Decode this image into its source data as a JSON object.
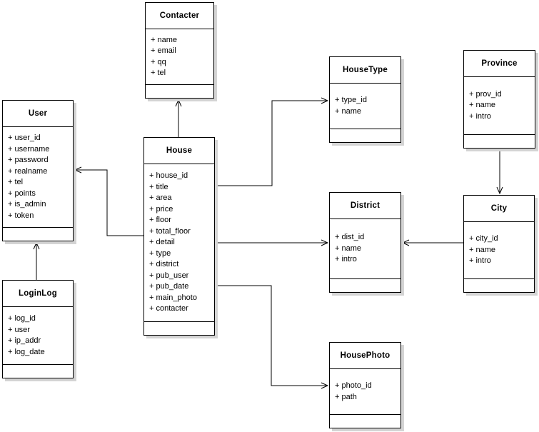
{
  "diagram": {
    "kind": "uml-class-diagram",
    "classes": {
      "contacter": {
        "title": "Contacter",
        "attributes": [
          "+ name",
          "+ email",
          "+ qq",
          "+ tel"
        ]
      },
      "user": {
        "title": "User",
        "attributes": [
          "+ user_id",
          "+ username",
          "+ password",
          "+ realname",
          "+ tel",
          "+ points",
          "+ is_admin",
          "+ token"
        ]
      },
      "house": {
        "title": "House",
        "attributes": [
          "+ house_id",
          "+ title",
          "+ area",
          "+ price",
          "+ floor",
          "+ total_floor",
          "+ detail",
          "+ type",
          "+ district",
          "+ pub_user",
          "+ pub_date",
          "+ main_photo",
          "+ contacter"
        ]
      },
      "housetype": {
        "title": "HouseType",
        "attributes": [
          "+ type_id",
          "+ name"
        ]
      },
      "province": {
        "title": "Province",
        "attributes": [
          "+ prov_id",
          "+ name",
          "+ intro"
        ]
      },
      "district": {
        "title": "District",
        "attributes": [
          "+ dist_id",
          "+ name",
          "+ intro"
        ]
      },
      "city": {
        "title": "City",
        "attributes": [
          "+ city_id",
          "+ name",
          "+ intro"
        ]
      },
      "loginlog": {
        "title": "LoginLog",
        "attributes": [
          "+ log_id",
          "+ user",
          "+ ip_addr",
          "+ log_date"
        ]
      },
      "housephoto": {
        "title": "HousePhoto",
        "attributes": [
          "+ photo_id",
          "+ path"
        ]
      }
    },
    "relationships": [
      {
        "from": "House",
        "to": "Contacter"
      },
      {
        "from": "House",
        "to": "User"
      },
      {
        "from": "House",
        "to": "HouseType"
      },
      {
        "from": "House",
        "to": "District"
      },
      {
        "from": "House",
        "to": "HousePhoto"
      },
      {
        "from": "Province",
        "to": "City"
      },
      {
        "from": "City",
        "to": "District"
      },
      {
        "from": "LoginLog",
        "to": "User"
      }
    ],
    "colors": {
      "background": "#ffffff",
      "box_fill": "#ffffff",
      "border": "#000000",
      "shadow": "#d4d4d4"
    }
  }
}
